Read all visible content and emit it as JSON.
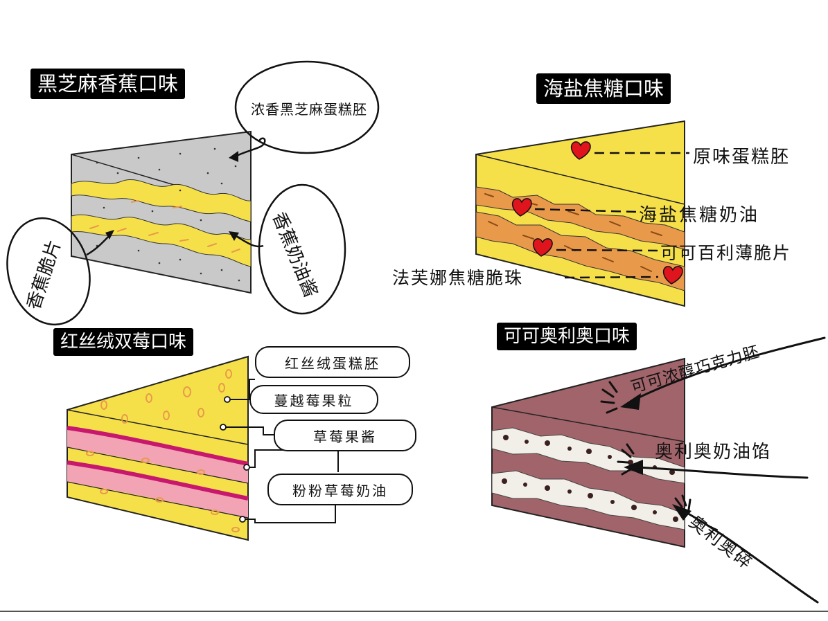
{
  "panels": {
    "sesame": {
      "title": "黑芝麻香蕉口味",
      "labels": {
        "sponge": "浓香黑芝麻蛋糕胚",
        "cream": "香蕉奶油酱",
        "chips": "香蕉脆片"
      }
    },
    "seasalt": {
      "title": "海盐焦糖口味",
      "labels": {
        "sponge": "原味蛋糕胚",
        "cream": "海盐焦糖奶油",
        "cocoa": "可可百利薄脆片",
        "pearl": "法芙娜焦糖脆珠"
      }
    },
    "redvelvet": {
      "title": "红丝绒双莓口味",
      "labels": {
        "sponge": "红丝绒蛋糕胚",
        "cranberry": "蔓越莓果粒",
        "jam": "草莓果酱",
        "cream": "粉粉草莓奶油"
      }
    },
    "oreo": {
      "title": "可可奥利奥口味",
      "labels": {
        "sponge": "可可浓醇巧克力胚",
        "filling": "奥利奥奶油馅",
        "crumbs": "奥利奥碎"
      }
    }
  },
  "colors": {
    "gray": "#c9c9c9",
    "yellow": "#f6e04a",
    "orange": "#e89a4a",
    "pink": "#f2a4b4",
    "magenta": "#c8186e",
    "cocoa": "#a0646a",
    "heart": "#e0141c"
  }
}
